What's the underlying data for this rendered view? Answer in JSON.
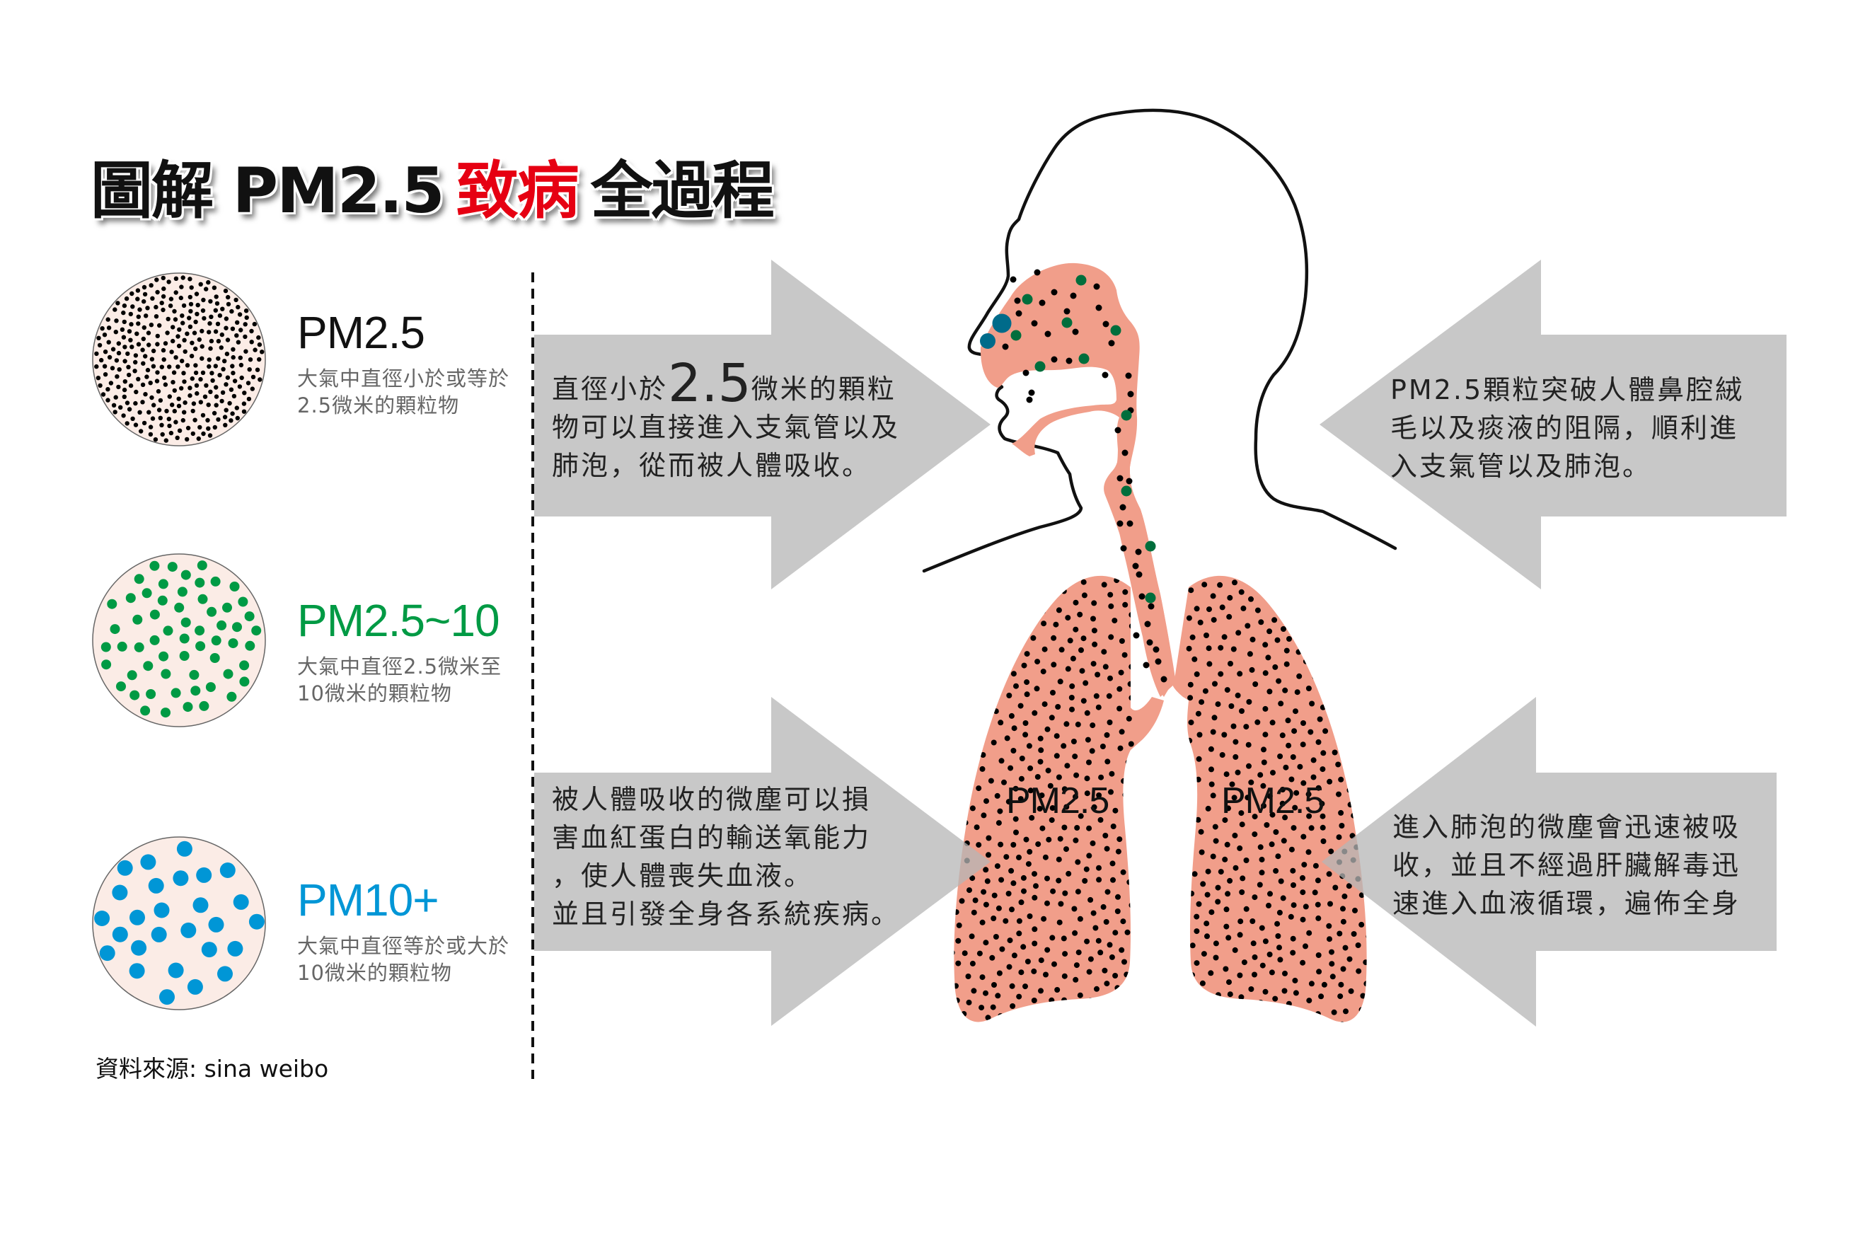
{
  "title": {
    "part1": "圖解 PM2.5",
    "highlight": "致病",
    "part2": "全過程",
    "highlight_color": "#e60012"
  },
  "legend": [
    {
      "heading": "PM2.5",
      "description_line1": "大氣中直徑小於或等於",
      "description_line2": "2.5微米的顆粒物",
      "color": "#111111",
      "particle_icon": "small-black-dots"
    },
    {
      "heading": "PM2.5~10",
      "description_line1": "大氣中直徑2.5微米至",
      "description_line2": "10微米的顆粒物",
      "color": "#009a44",
      "particle_icon": "medium-green-dots"
    },
    {
      "heading": "PM10+",
      "description_line1": "大氣中直徑等於或大於",
      "description_line2": "10微米的顆粒物",
      "color": "#0096d6",
      "particle_icon": "large-blue-dots"
    }
  ],
  "source": "資料來源: sina weibo",
  "arrows": {
    "top_left": {
      "direction": "right",
      "line1_pre": "直徑小於",
      "line1_big": "2.5",
      "line1_post": "微米的顆粒",
      "line2": "物可以直接進入支氣管以及",
      "line3": "肺泡，從而被人體吸收。"
    },
    "top_right": {
      "direction": "left",
      "line1": "PM2.5顆粒突破人體鼻腔絨",
      "line2": "毛以及痰液的阻隔，順利進",
      "line3": "入支氣管以及肺泡。"
    },
    "bottom_left": {
      "direction": "right",
      "line1": "被人體吸收的微塵可以損",
      "line2": "害血紅蛋白的輸送氧能力",
      "line3": "，使人體喪失血液。",
      "line4": "並且引發全身各系統疾病。"
    },
    "bottom_right": {
      "direction": "left",
      "line1": "進入肺泡的微塵會迅速被吸",
      "line2": "收，並且不經過肝臟解毒迅",
      "line3": "速進入血液循環，遍佈全身"
    }
  },
  "figure": {
    "lung_left_label": "PM2.5",
    "lung_right_label": "PM2.5",
    "colors": {
      "tissue": "#f19e8a",
      "arrow": "#c6c6c6",
      "pm10_particle": "#006b8a",
      "pm25_10_particle": "#006e3c",
      "pm25_particle": "#000000"
    }
  }
}
